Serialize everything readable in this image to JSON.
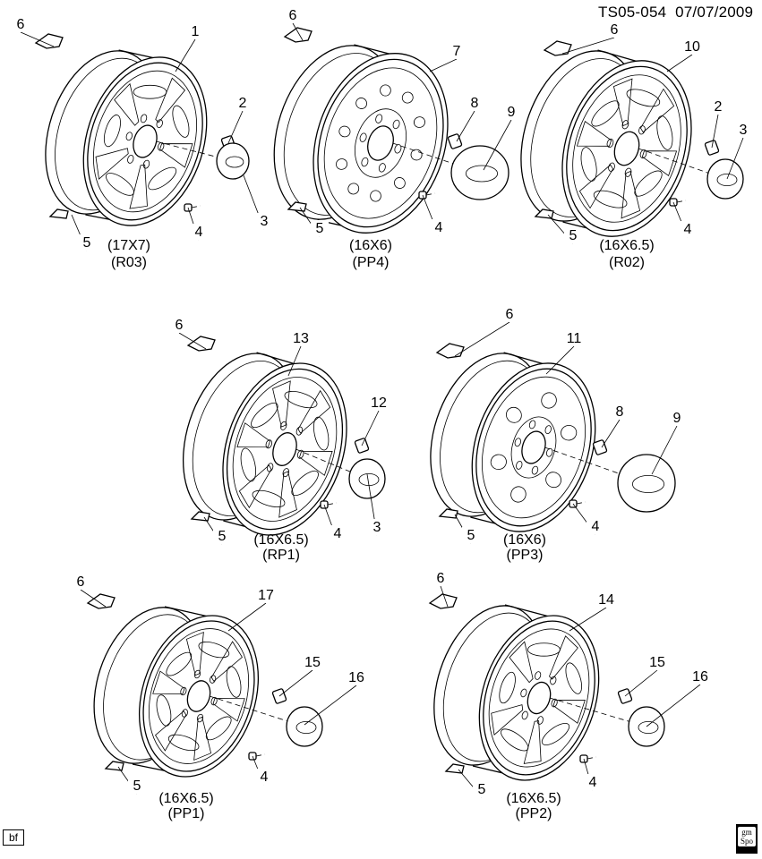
{
  "header": {
    "code": "TS05-054",
    "date": "07/07/2009"
  },
  "footer": {
    "tag": "bf",
    "logo_text": "gm spo"
  },
  "wheels": [
    {
      "id": "w1",
      "size": "(17X7)",
      "code": "(R03)",
      "callouts": [
        "6",
        "1",
        "2",
        "3",
        "4",
        "5"
      ]
    },
    {
      "id": "w2",
      "size": "(16X6)",
      "code": "(PP4)",
      "callouts": [
        "6",
        "7",
        "8",
        "9",
        "4",
        "5"
      ]
    },
    {
      "id": "w3",
      "size": "(16X6.5)",
      "code": "(R02)",
      "callouts": [
        "6",
        "10",
        "2",
        "3",
        "4",
        "5"
      ]
    },
    {
      "id": "w4",
      "size": "(16X6.5)",
      "code": "(RP1)",
      "callouts": [
        "6",
        "13",
        "12",
        "3",
        "4",
        "5"
      ]
    },
    {
      "id": "w5",
      "size": "(16X6)",
      "code": "(PP3)",
      "callouts": [
        "6",
        "11",
        "8",
        "9",
        "4",
        "5"
      ]
    },
    {
      "id": "w6",
      "size": "(16X6.5)",
      "code": "(PP1)",
      "callouts": [
        "6",
        "17",
        "15",
        "16",
        "4",
        "5"
      ]
    },
    {
      "id": "w7",
      "size": "(16X6.5)",
      "code": "(PP2)",
      "callouts": [
        "6",
        "14",
        "15",
        "16",
        "4",
        "5"
      ]
    }
  ]
}
